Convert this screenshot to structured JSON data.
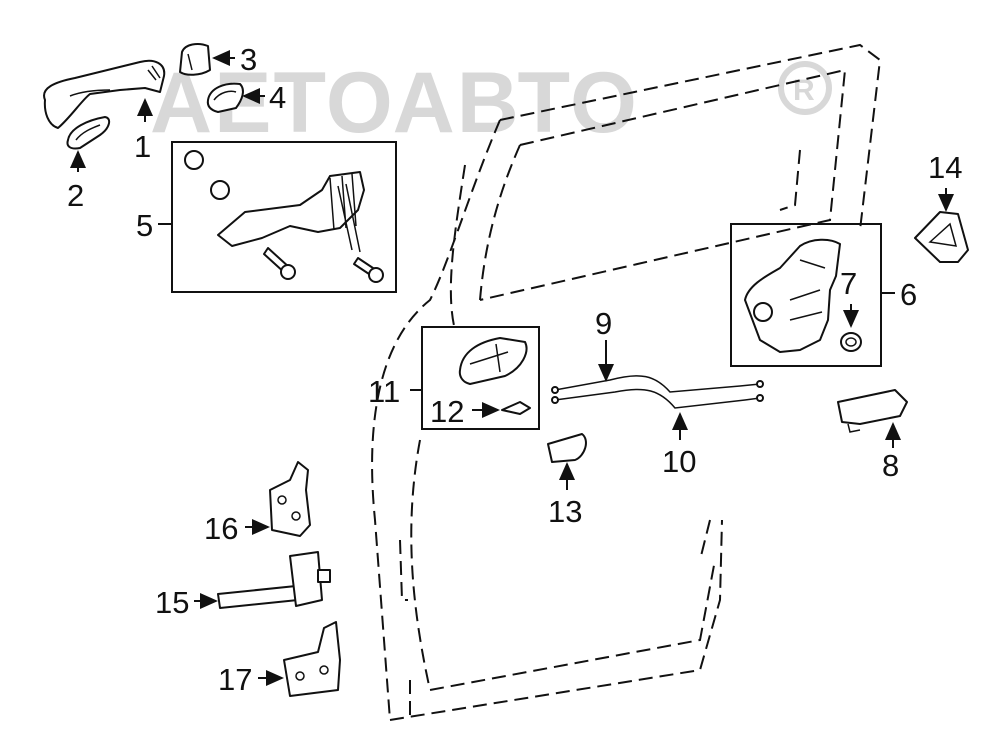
{
  "watermark": "АЕТОАВТО",
  "callouts": {
    "c1": "1",
    "c2": "2",
    "c3": "3",
    "c4": "4",
    "c5": "5",
    "c6": "6",
    "c7": "7",
    "c8": "8",
    "c9": "9",
    "c10": "10",
    "c11": "11",
    "c12": "12",
    "c13": "13",
    "c14": "14",
    "c15": "15",
    "c16": "16",
    "c17": "17"
  }
}
